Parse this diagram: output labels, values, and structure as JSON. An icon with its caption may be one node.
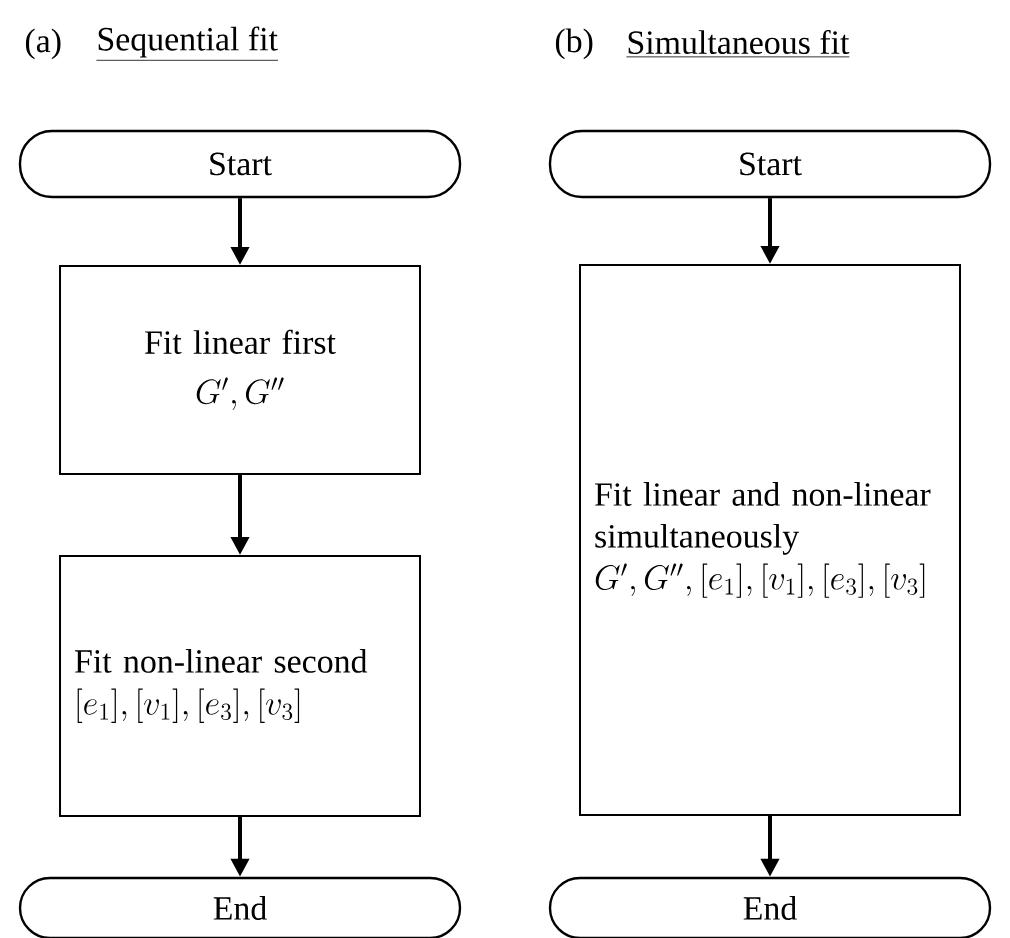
{
  "diagram": {
    "nodes": [
      {
        "text": [
          "Start"
        ]
      },
      {
        "text": [
          "Fit linear first",
          "G',G''"
        ]
      },
      {
        "text": [
          "Fit non-linear second",
          "[e_1],[v_1],[e_3],[v_3]"
        ]
      },
      {
        "text": [
          "End"
        ]
      },
      {
        "text": [
          "Start"
        ]
      },
      {
        "text": [
          "Fit linear and non-linear simultaneously",
          "G',G'',[e_1],[v_1],[e_3],[v_3]"
        ]
      },
      {
        "text": [
          "End"
        ]
      }
    ],
    "edges": [
      {
        "from": 0,
        "to": 1,
        "arrow": "to"
      },
      {
        "from": 1,
        "to": 2,
        "arrow": "to"
      },
      {
        "from": 2,
        "to": 3,
        "arrow": "to"
      },
      {
        "from": 4,
        "to": 5,
        "arrow": "to"
      },
      {
        "from": 5,
        "to": 6,
        "arrow": "to"
      }
    ],
    "labels": [
      "(a)",
      "Sequential fit",
      "(b)",
      "Simultaneous fit"
    ]
  }
}
